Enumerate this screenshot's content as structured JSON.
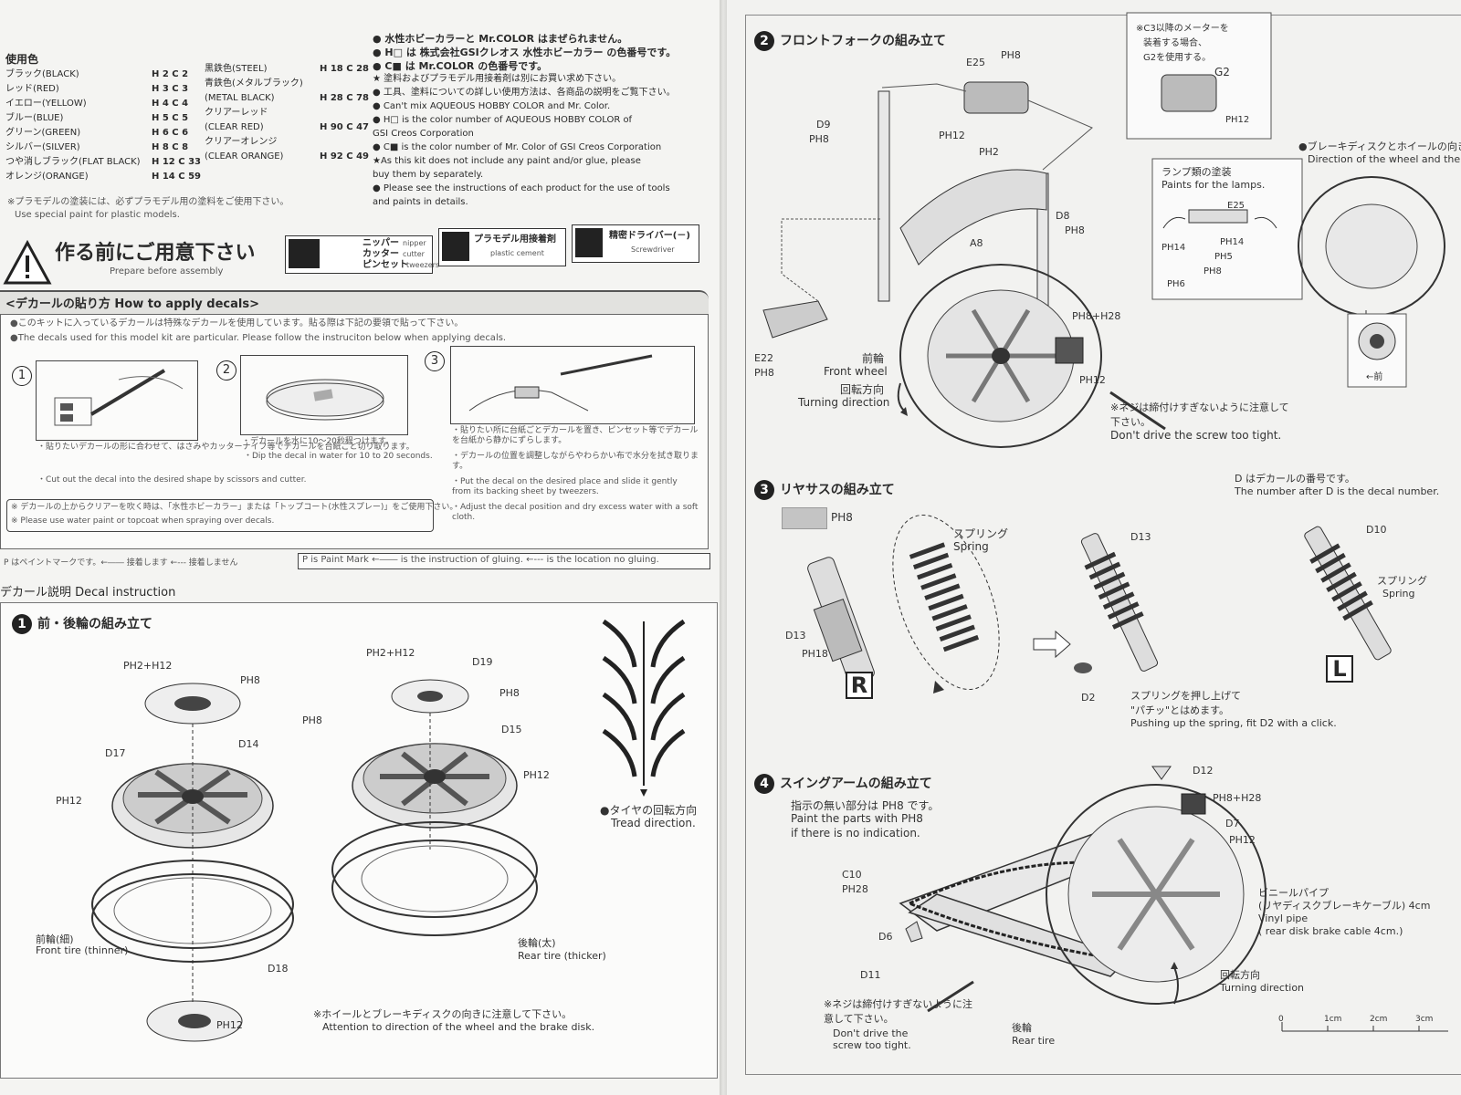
{
  "colors_header": "使用色",
  "colors_left": [
    {
      "name": "ブラック(BLACK)",
      "code": "H 2 C 2"
    },
    {
      "name": "レッド(RED)",
      "code": "H 3 C 3"
    },
    {
      "name": "イエロー(YELLOW)",
      "code": "H 4 C 4"
    },
    {
      "name": "ブルー(BLUE)",
      "code": "H 5 C 5"
    },
    {
      "name": "グリーン(GREEN)",
      "code": "H 6 C 6"
    },
    {
      "name": "シルバー(SILVER)",
      "code": "H 8 C 8"
    },
    {
      "name": "つや消しブラック(FLAT BLACK)",
      "code": "H 12 C 33"
    },
    {
      "name": "オレンジ(ORANGE)",
      "code": "H 14 C 59"
    }
  ],
  "colors_right": [
    {
      "name": "黒鉄色(STEEL)",
      "code": "H 18 C 28"
    },
    {
      "name": "青鉄色(メタルブラック)",
      "code": ""
    },
    {
      "name": "(METAL BLACK)",
      "code": "H 28 C 78"
    },
    {
      "name": "クリアーレッド",
      "code": ""
    },
    {
      "name": "(CLEAR RED)",
      "code": "H 90 C 47"
    },
    {
      "name": "クリアーオレンジ",
      "code": ""
    },
    {
      "name": "(CLEAR ORANGE)",
      "code": "H 92 C 49"
    }
  ],
  "color_notes": [
    "● 水性ホビーカラーと Mr.COLOR はまぜられません。",
    "● H□ は 株式会社GSIクレオス 水性ホビーカラー の色番号です。",
    "● C■ は Mr.COLOR の色番号です。",
    "★ 塗料およびプラモデル用接着剤は別にお買い求め下さい。",
    "● 工具、塗料についての詳しい使用方法は、各商品の説明をご覧下さい。",
    "● Can't mix AQUEOUS HOBBY COLOR and Mr. Color.",
    "● H□ is the color number of AQUEOUS HOBBY COLOR of",
    "GSI Creos Corporation",
    "● C■ is the color number of Mr. Color of GSI Creos Corporation",
    "★As this kit does not include any paint and/or glue, please",
    "buy them by separately.",
    "● Please see the instructions of each product for the use of tools",
    "and paints in details."
  ],
  "plastic_note_jp": "※プラモデルの塗装には、必ずプラモデル用の塗料をご使用下さい。",
  "plastic_note_en": "Use special paint for plastic models.",
  "prepare": {
    "title_jp": "作る前にご用意下さい",
    "title_en": "Prepare before assembly",
    "tools": [
      {
        "jp": "ニッパー",
        "en": "nipper"
      },
      {
        "jp": "カッター",
        "en": "cutter"
      },
      {
        "jp": "ピンセット",
        "en": "tweezers"
      },
      {
        "jp": "プラモデル用接着剤",
        "en": "plastic cement"
      },
      {
        "jp": "精密ドライバー(－)",
        "en": "Screwdriver"
      }
    ]
  },
  "decals": {
    "tab": "<デカールの貼り方 How to apply decals>",
    "intro_jp": "●このキットに入っているデカールは特殊なデカールを使用しています。貼る際は下記の要領で貼って下さい。",
    "intro_en": "●The decals used for this model kit are particular. Please follow the instruciton below when applying decals.",
    "steps": [
      {
        "n": "1",
        "jp": "・貼りたいデカールの形に合わせて、はさみやカッターナイフ等でデカールを台紙ごと切り取ります。",
        "en": "・Cut out the decal into the desired shape by scissors and cutter."
      },
      {
        "n": "2",
        "jp": "・デカールを水に10～20秒程つけます。",
        "en": "・Dip the decal in water for 10 to 20 seconds."
      },
      {
        "n": "3",
        "jp": "・貼りたい所に台紙ごとデカールを置き、ピンセット等でデカールを台紙から静かにずらします。",
        "jp2": "・デカールの位置を調整しながらやわらかい布で水分を拭き取ります。",
        "en": "・Put the decal on the desired place and slide it gently from its backing sheet by tweezers.",
        "en2": "・Adjust the decal position and dry excess water with a soft cloth."
      }
    ],
    "water_note_jp": "※ デカールの上からクリアーを吹く時は、「水性ホビーカラー」または「トップコート(水性スプレー)」をご使用下さい。",
    "water_note_en": "※ Please use water paint or topcoat when spraying over decals."
  },
  "legend_jp": "P はペイントマークです。←―― 接着します ←‐‐‐ 接着しません",
  "legend_en": "P is Paint Mark ←―― is the instruction of gluing. ←‐‐‐ is the location no gluing.",
  "decal_instruction": "デカール説明 Decal instruction",
  "step1": {
    "num": "1",
    "title": "前・後輪の組み立て",
    "labels": [
      "PH2+H12",
      "PH8",
      "D17",
      "D14",
      "PH8",
      "PH12",
      "PH2+H12",
      "D19",
      "PH8",
      "D15",
      "PH12",
      "D18",
      "PH12"
    ],
    "front_tire_jp": "前輪(細)",
    "front_tire_en": "Front tire (thinner)",
    "rear_tire_jp": "後輪(太)",
    "rear_tire_en": "Rear tire (thicker)",
    "tread_jp": "●タイヤの回転方向",
    "tread_en": "Tread direction.",
    "attention_jp": "※ホイールとブレーキディスクの向きに注意して下さい。",
    "attention_en": "Attention to direction of the wheel and the brake disk."
  },
  "step2": {
    "num": "2",
    "title": "フロントフォークの組み立て",
    "labels": [
      "E25",
      "PH8",
      "PH12",
      "PH2",
      "D9",
      "PH8",
      "D8",
      "PH8",
      "A8",
      "E22",
      "PH8",
      "PH8+H28",
      "PH12"
    ],
    "front_wheel_jp": "前輪",
    "front_wheel_en": "Front wheel",
    "turning_jp": "回転方向",
    "turning_en": "Turning direction",
    "screw_jp": "※ネジは締付けすぎないように注意して下さい。",
    "screw_en": "Don't drive the screw too tight.",
    "meter_note": [
      "※C3以降のメーターを",
      "装着する場合、",
      "G2を使用する。"
    ],
    "meter_label": "G2",
    "meter_paint": "PH12",
    "lamps_jp": "ランプ類の塗装",
    "lamps_en": "Paints for the lamps.",
    "lamp_labels": [
      "E25",
      "PH14",
      "PH14",
      "PH5",
      "PH8",
      "PH6"
    ],
    "brake_jp": "●ブレーキディスクとホイールの向き",
    "brake_en": "Direction of the wheel and the brake disk.",
    "front_arrow": "←前"
  },
  "step3": {
    "num": "3",
    "title": "リヤサスの組み立て",
    "swatch_label": "PH8",
    "spring_jp": "スプリング",
    "spring_en": "Spring",
    "labels": [
      "D13",
      "PH18",
      "D13",
      "D2",
      "D10"
    ],
    "decal_num_jp": "D はデカールの番号です。",
    "decal_num_en": "The number after D is the decal number.",
    "push_jp": "スプリングを押し上げて",
    "push_jp2": "\"パチッ\"とはめます。",
    "push_en": "Pushing up the spring, fit D2 with a click.",
    "r": "R",
    "l": "L"
  },
  "step4": {
    "num": "4",
    "title": "スイングアームの組み立て",
    "note_jp": "指示の無い部分は PH8 です。",
    "note_en1": "Paint the parts with PH8",
    "note_en2": "if there is no indication.",
    "labels": [
      "D12",
      "PH8+H28",
      "D7",
      "PH12",
      "C10",
      "PH28",
      "D6",
      "D11"
    ],
    "vinyl_jp": "ビニールパイプ",
    "vinyl_jp2": "(リヤディスクブレーキケーブル) 4cm",
    "vinyl_en": "Vinyl pipe",
    "vinyl_en2": "( rear disk brake cable 4cm.)",
    "turning_jp": "回転方向",
    "turning_en": "Turning direction",
    "screw_jp": "※ネジは締付けすぎないように注意して下さい。",
    "screw_en": "Don't drive the screw too tight.",
    "rear_tire_jp": "後輪",
    "rear_tire_en": "Rear tire",
    "scale": [
      "0",
      "1cm",
      "2cm",
      "3cm"
    ]
  }
}
